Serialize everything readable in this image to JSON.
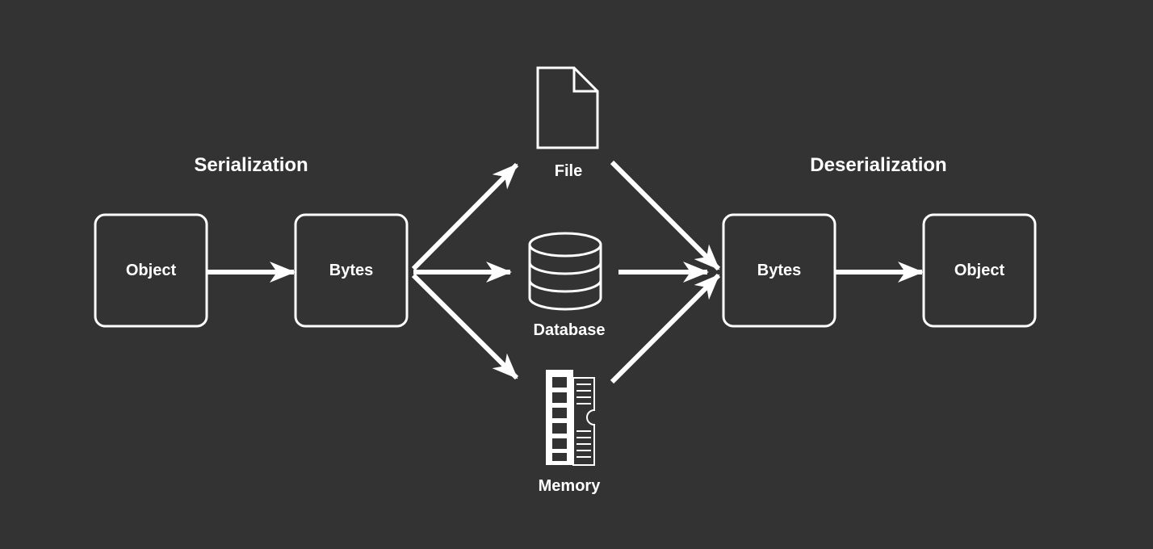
{
  "diagram": {
    "serialization_title": "Serialization",
    "deserialization_title": "Deserialization",
    "nodes": {
      "object_left": "Object",
      "bytes_left": "Bytes",
      "bytes_right": "Bytes",
      "object_right": "Object"
    },
    "storage": {
      "file": {
        "label": "File",
        "icon": "file-icon"
      },
      "database": {
        "label": "Database",
        "icon": "database-icon"
      },
      "memory": {
        "label": "Memory",
        "icon": "memory-icon"
      }
    }
  },
  "colors": {
    "background": "#333333",
    "foreground": "#ffffff"
  }
}
